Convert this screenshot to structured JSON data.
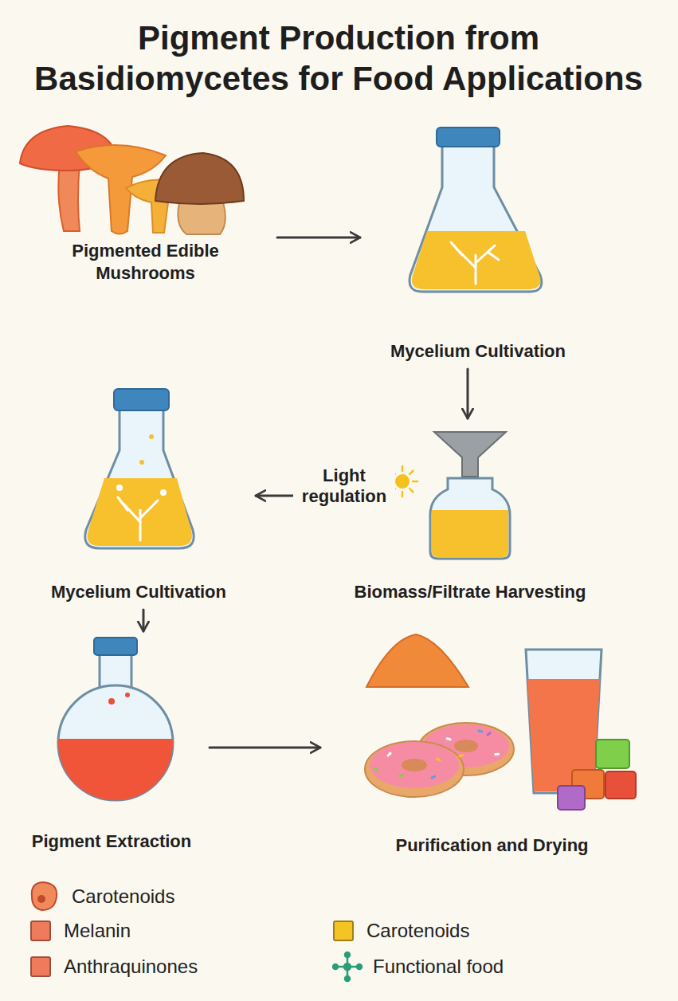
{
  "diagram": {
    "title": "Pigment Production from Basidiomycetes for Food Applications",
    "nodes": [
      {
        "text": [
          "Pigmented Edible Mushrooms"
        ]
      },
      {
        "text": [
          "Mycelium Cultivation"
        ]
      },
      {
        "text": [
          "Mycelium Cultivation"
        ]
      },
      {
        "text": [
          "Biomass/Filtrate Harvesting"
        ]
      },
      {
        "text": [
          "Pigment Extraction"
        ]
      },
      {
        "text": [
          "Purification and Drying"
        ]
      }
    ],
    "edges": [
      {
        "from": 0,
        "to": 1,
        "arrow": "to"
      },
      {
        "from": 1,
        "to": 3,
        "arrow": "to"
      },
      {
        "from": 3,
        "to": 2,
        "label": "Light regulation",
        "arrow": "to"
      },
      {
        "from": 2,
        "to": 4,
        "arrow": "to"
      },
      {
        "from": 4,
        "to": 5,
        "arrow": "to"
      }
    ],
    "legend": [
      {
        "text": "Carotenoids"
      },
      {
        "text": "Melanin",
        "color": "#ef7a5c"
      },
      {
        "text": "Anthraquinones",
        "color": "#ef7a5c"
      },
      {
        "text": "Carotenoids",
        "color": "#f5c324"
      },
      {
        "text": "Functional food"
      }
    ]
  }
}
